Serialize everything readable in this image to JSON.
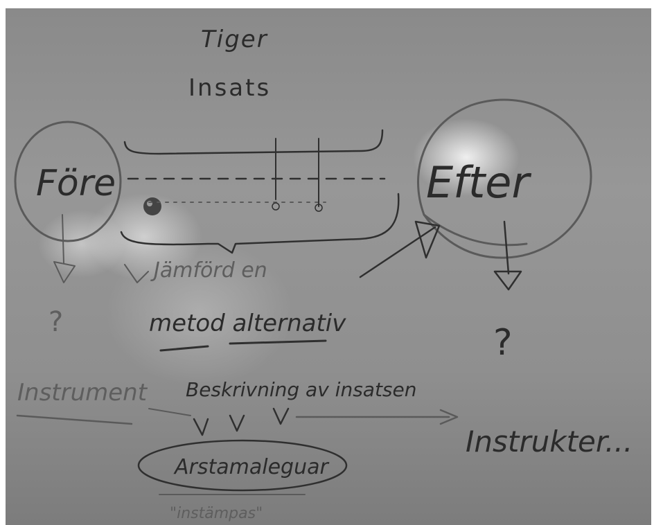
{
  "whiteboard": {
    "top_words": [
      "Tiger",
      "Insats"
    ],
    "before": "Före",
    "after": "Efter",
    "method_line_1": "Jämförd en",
    "method_line_2": "metod alternativ",
    "instrument": "Instrument",
    "description": "Beskrivning av insatsen",
    "center_oval": "Arstamaleguar",
    "below_oval": "\"instämpas\"",
    "right_word": "Instrukter...",
    "question_left": "?",
    "question_right": "?"
  }
}
